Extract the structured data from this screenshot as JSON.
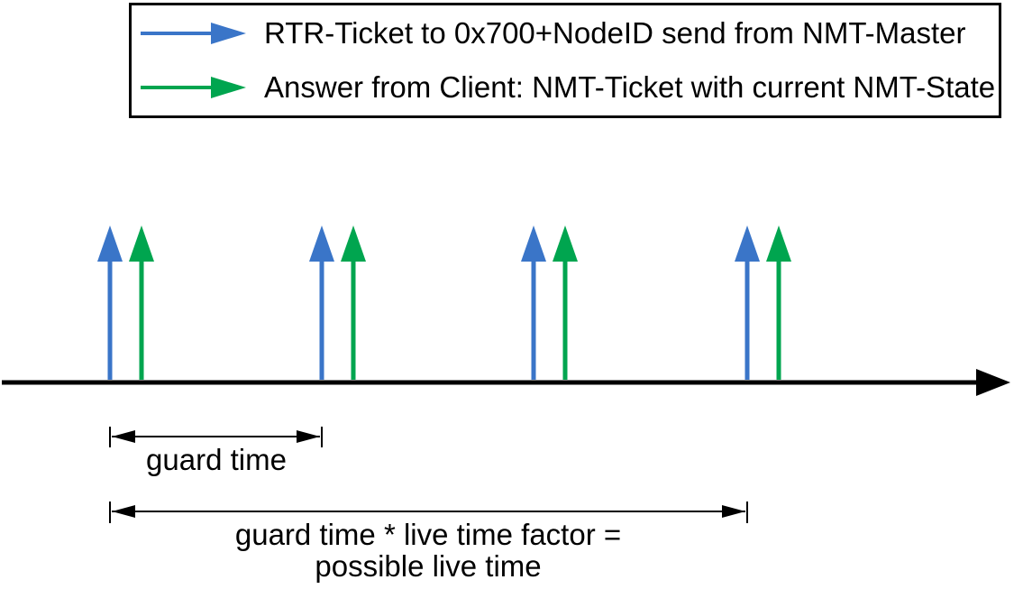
{
  "colors": {
    "rtr_blue": "#3A75C8",
    "answer_green": "#00A54F",
    "axis": "#000000",
    "text": "#000000"
  },
  "legend": {
    "items": [
      {
        "id": "rtr",
        "label": "RTR-Ticket to 0x700+NodeID send from NMT-Master",
        "color": "#3A75C8"
      },
      {
        "id": "answer",
        "label": "Answer from Client: NMT-Ticket with current NMT-State",
        "color": "#00A54F"
      }
    ]
  },
  "timeline": {
    "event_pair_count": 4
  },
  "annotations": {
    "guard_time_label": "guard time",
    "live_time_label_line1": "guard time * live time factor =",
    "live_time_label_line2": "possible live time"
  }
}
